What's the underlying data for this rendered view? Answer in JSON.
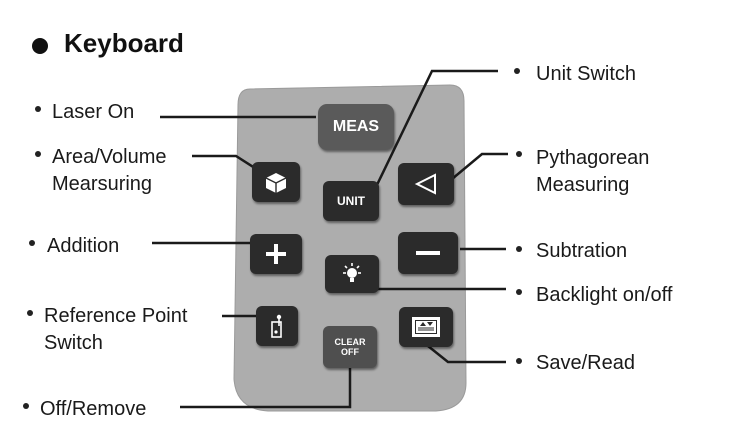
{
  "title": "Keyboard",
  "labels": {
    "laser_on": "Laser On",
    "area_volume_1": "Area/Volume",
    "area_volume_2": "Mearsuring",
    "addition": "Addition",
    "ref_point_1": "Reference Point",
    "ref_point_2": "Switch",
    "off_remove": "Off/Remove",
    "unit_switch": "Unit Switch",
    "pythagorean_1": "Pythagorean",
    "pythagorean_2": "Measuring",
    "subtraction": "Subtration",
    "backlight": "Backlight on/off",
    "save_read": "Save/Read"
  },
  "buttons": {
    "meas": "MEAS",
    "unit": "UNIT",
    "clear_1": "CLEAR",
    "clear_2": "OFF"
  },
  "colors": {
    "keypad_body": "#adadad",
    "button_dark": "#2b2b2b",
    "button_meas": "#5a5a5a",
    "callout_line": "#1a1a1a"
  },
  "icons": {
    "area_volume": "cube-icon",
    "pythagorean": "triangle-left-icon",
    "addition": "plus-icon",
    "subtraction": "minus-icon",
    "backlight": "lightbulb-icon",
    "reference_point": "reference-point-icon",
    "save_read": "memory-screen-icon"
  }
}
